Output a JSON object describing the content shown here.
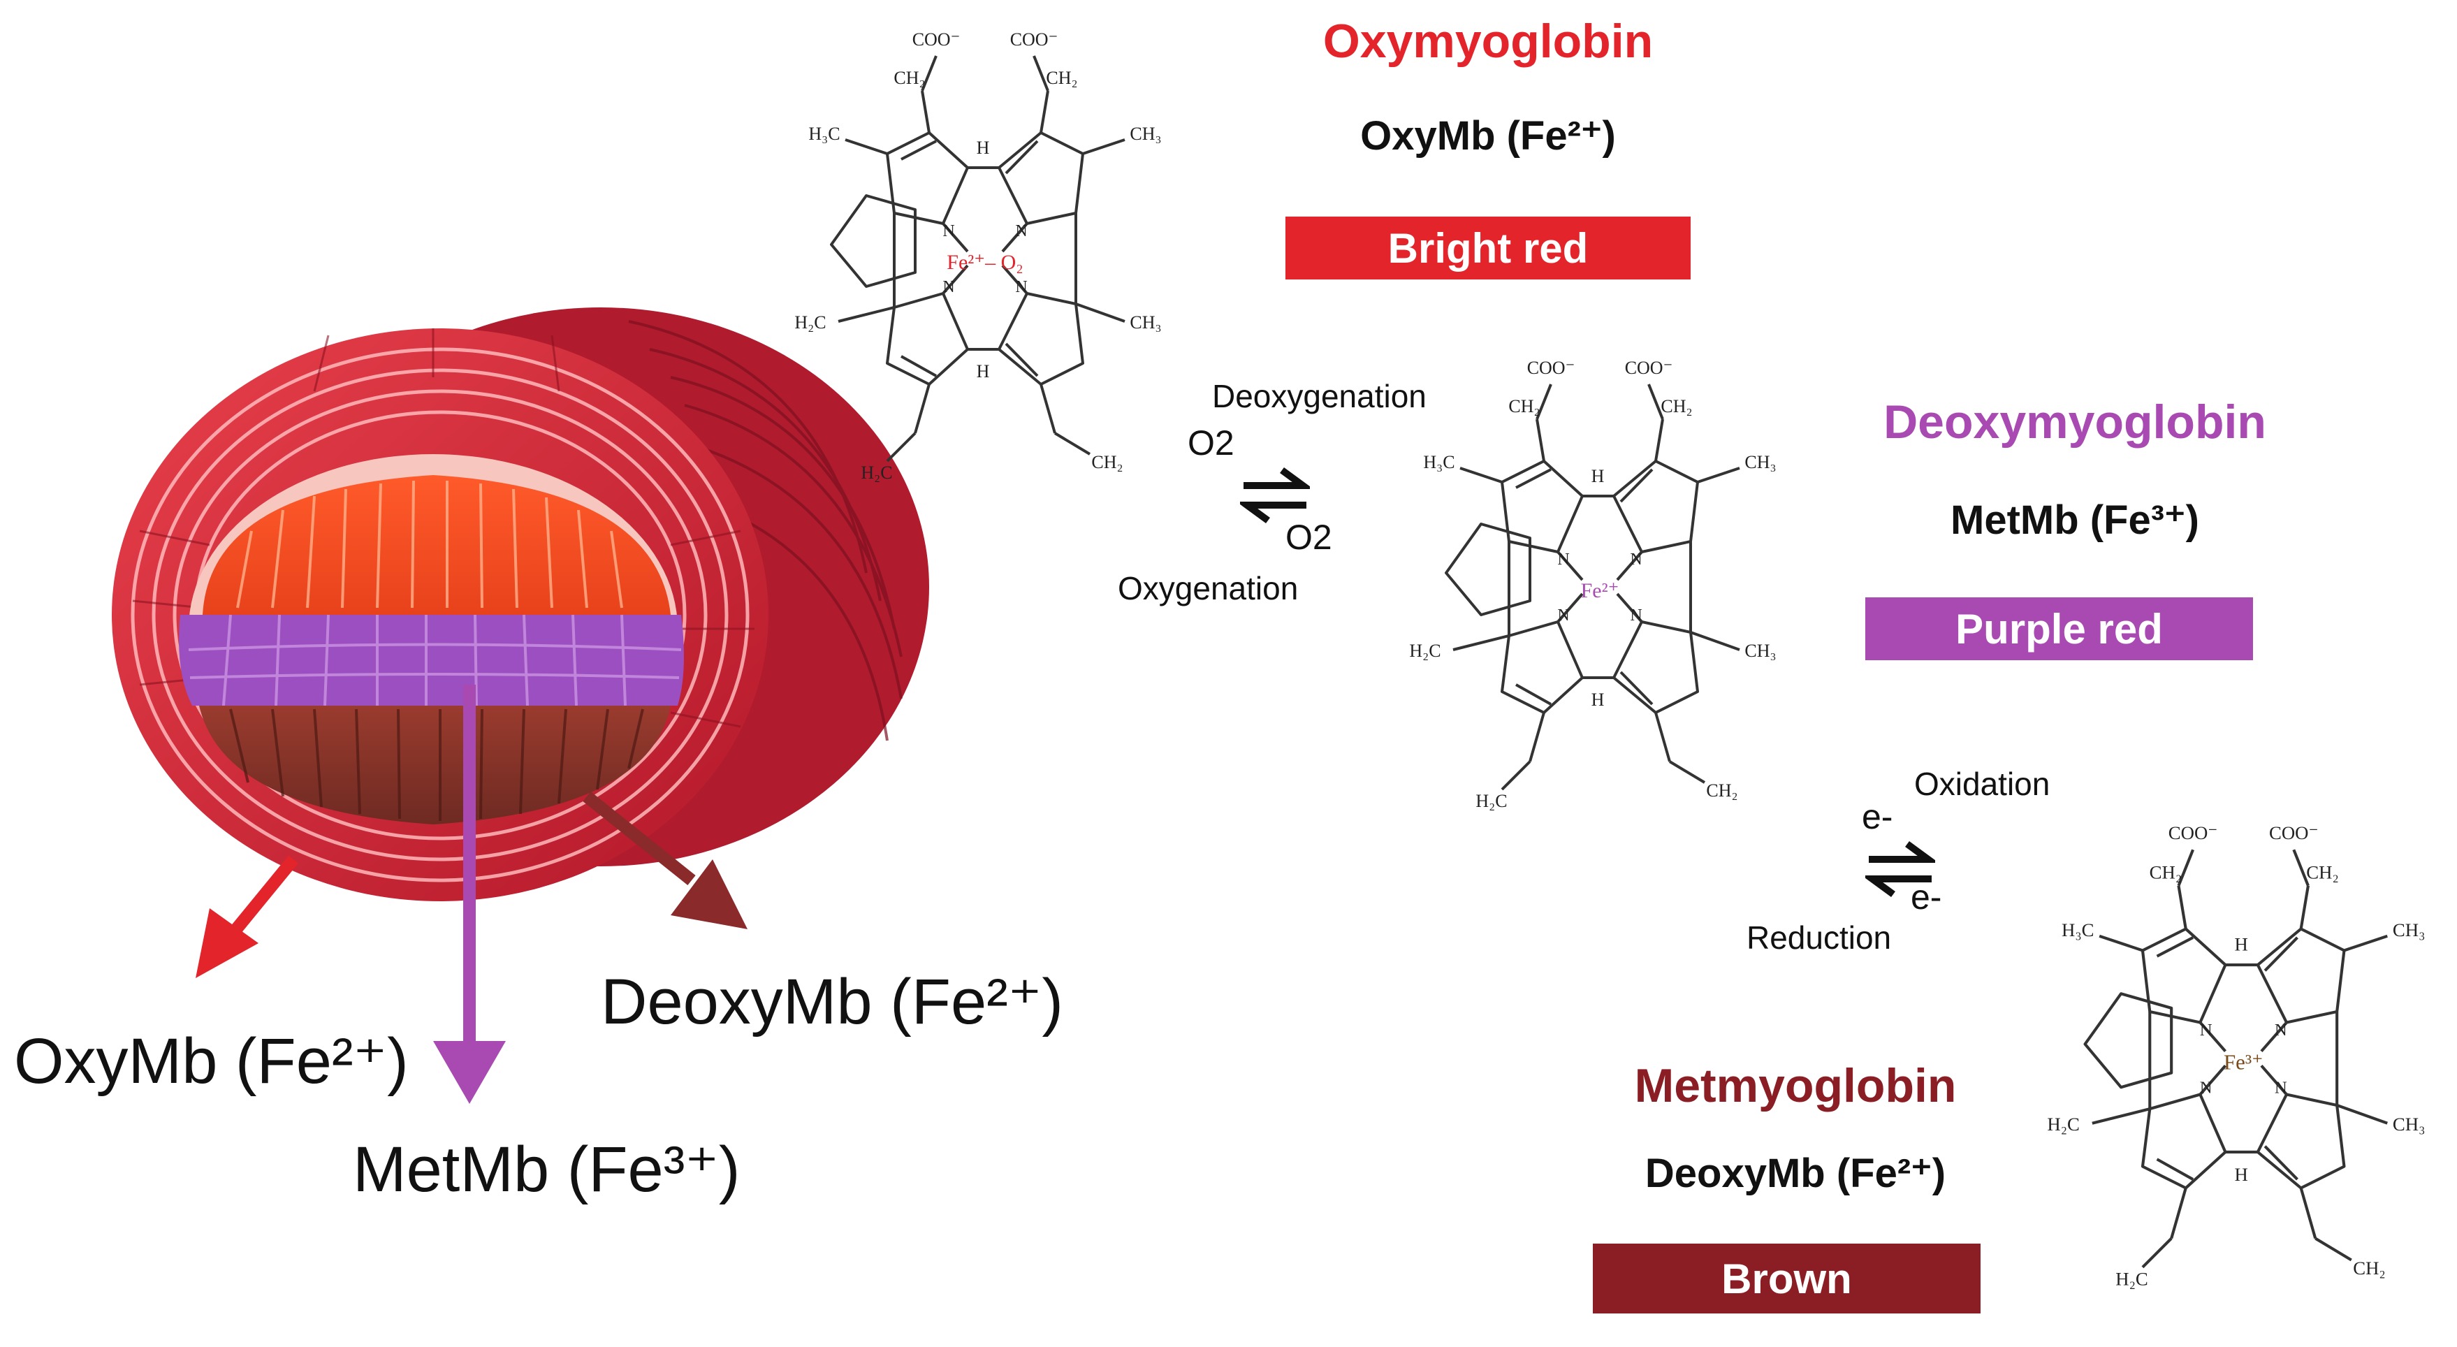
{
  "colors": {
    "oxy": "#e3242b",
    "deoxy": "#a94ab3",
    "met": "#8a1e24"
  },
  "muscle_labels": {
    "oxy": "OxyMb (Fe²⁺)",
    "met": "MetMb (Fe³⁺)",
    "deoxy": "DeoxyMb (Fe²⁺)"
  },
  "oxymyoglobin": {
    "title": "Oxymyoglobin",
    "formula": "OxyMb (Fe²⁺)",
    "color_label": "Bright red",
    "center": "Fe²⁺– O₂"
  },
  "deoxymyoglobin": {
    "title": "Deoxymyoglobin",
    "formula": "MetMb (Fe³⁺)",
    "color_label": "Purple red",
    "center": "Fe²⁺"
  },
  "metmyoglobin": {
    "title": "Metmyoglobin",
    "formula": "DeoxyMb (Fe²⁺)",
    "color_label": "Brown",
    "center": "Fe³⁺"
  },
  "equilibrium1": {
    "top": "Deoxygenation",
    "left_species": "O2",
    "right_species": "O2",
    "bottom": "Oxygenation"
  },
  "equilibrium2": {
    "top": "Oxidation",
    "left_species": "e-",
    "right_species": "e-",
    "bottom": "Reduction"
  },
  "heme_labels": {
    "coo": "COO⁻",
    "ch2": "CH₂",
    "ch3": "CH₃",
    "h3c": "H₃C",
    "h2c": "H₂C",
    "h": "H",
    "n": "N"
  }
}
